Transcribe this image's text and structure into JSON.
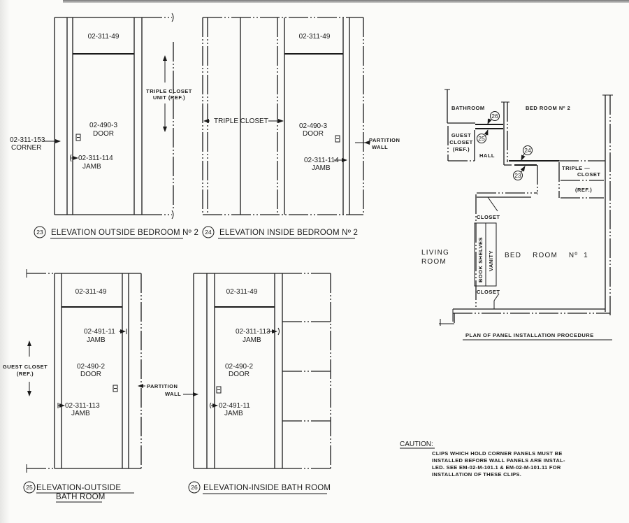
{
  "drawing": {
    "elev23": {
      "number": "23",
      "title": "ELEVATION OUTSIDE BEDROOM Nº 2",
      "transom": "02-311-49",
      "door_code": "02-490-3",
      "door_label": "DOOR",
      "jamb_code": "02-311-114",
      "jamb_label": "JAMB",
      "corner_code": "02-311-153",
      "corner_label": "CORNER",
      "ref_line1": "TRIPLE CLOSET",
      "ref_line2": "UNIT (REF.)"
    },
    "elev24": {
      "number": "24",
      "title": "ELEVATION INSIDE BEDROOM Nº 2",
      "transom": "02-311-49",
      "door_code": "02-490-3",
      "door_label": "DOOR",
      "jamb_code": "02-311-114",
      "jamb_label": "JAMB",
      "closet_label": "TRIPLE CLOSET",
      "partition_line1": "PARTITION",
      "partition_line2": "WALL"
    },
    "elev25": {
      "number": "25",
      "title_line1": "ELEVATION-OUTSIDE",
      "title_line2": "BATH ROOM",
      "transom": "02-311-49",
      "door_code": "02-490-2",
      "door_label": "DOOR",
      "jamb_top_code": "02-491-11",
      "jamb_top_label": "JAMB",
      "jamb_bottom_code": "02-311-113",
      "jamb_bottom_label": "JAMB",
      "ref_line1": "GUEST CLOSET",
      "ref_line2": "(REF.)",
      "partition_line1": "PARTITION",
      "partition_line2": "WALL"
    },
    "elev26": {
      "number": "26",
      "title": "ELEVATION-INSIDE BATH ROOM",
      "transom": "02-311-49",
      "door_code": "02-490-2",
      "door_label": "DOOR",
      "jamb_top_code": "02-311-113",
      "jamb_top_label": "JAMB",
      "jamb_bottom_code": "02-491-11",
      "jamb_bottom_label": "JAMB"
    },
    "plan": {
      "title": "PLAN OF PANEL INSTALLATION PROCEDURE",
      "rooms": {
        "bathroom": "BATHROOM",
        "bedroom2": "BED ROOM Nº 2",
        "guest_closet_1": "GUEST",
        "guest_closet_2": "CLOSET",
        "guest_closet_3": "(REF.)",
        "hall": "HALL",
        "triple_closet_1": "TRIPLE —",
        "triple_closet_2": "CLOSET",
        "triple_ref": "(REF.)",
        "closet_top": "CLOSET",
        "closet_bottom": "CLOSET",
        "book_shelves": "BOOK SHELVES",
        "vanity": "VANITY",
        "living_1": "LIVING",
        "living_2": "ROOM",
        "bedroom1": "BED    ROOM    Nº  1"
      },
      "markers": [
        "26",
        "25",
        "24",
        "23"
      ]
    },
    "caution": {
      "heading": "CAUTION:",
      "lines": [
        "CLIPS WHICH HOLD CORNER PANELS MUST BE",
        "INSTALLED BEFORE WALL PANELS ARE INSTAL-",
        "LED. SEE EM-02-M-101.1 & EM-02-M-101.11 FOR",
        "INSTALLATION  OF THESE CLIPS."
      ]
    }
  }
}
